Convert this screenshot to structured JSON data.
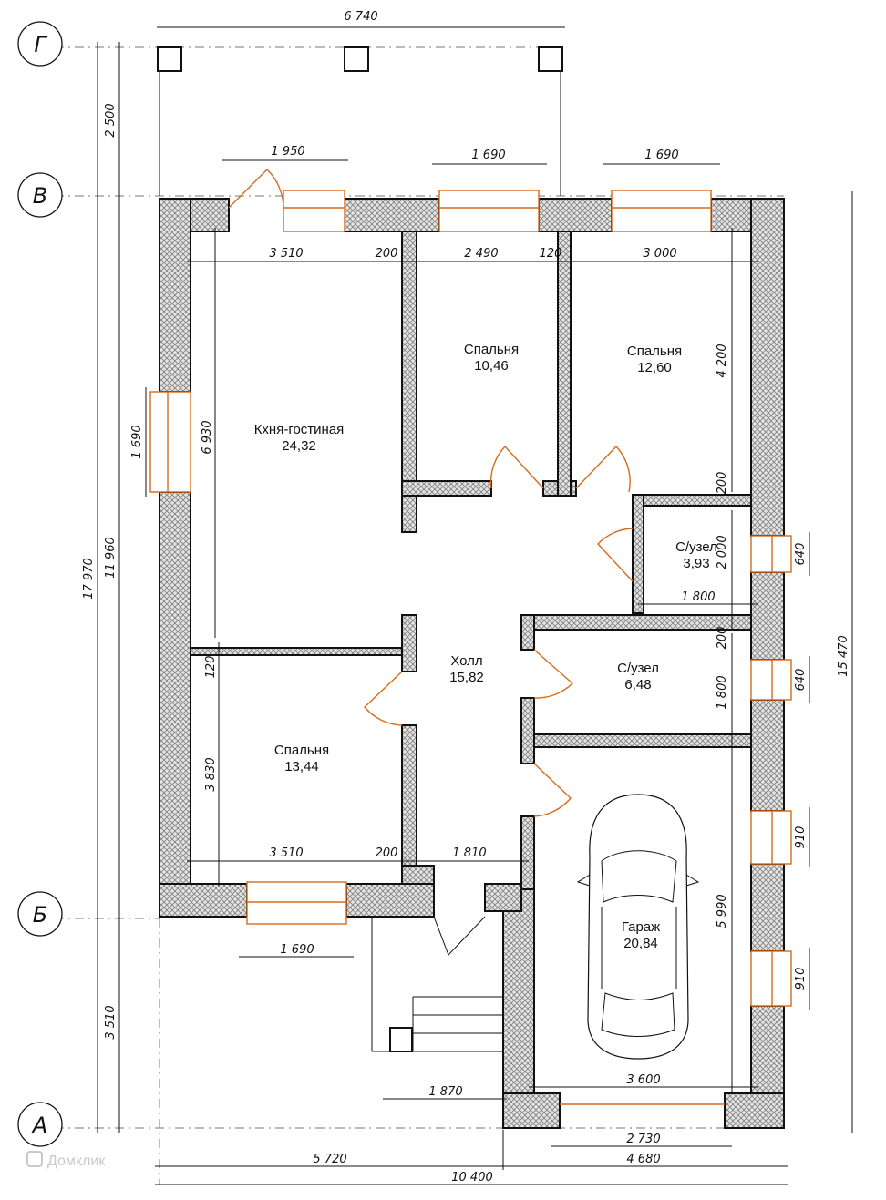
{
  "axes": {
    "g": "Г",
    "v": "В",
    "b": "Б",
    "a": "А"
  },
  "rooms": {
    "kitchen": {
      "name": "Кхня-гостиная",
      "area": "24,32"
    },
    "bed1": {
      "name": "Спальня",
      "area": "10,46"
    },
    "bed2": {
      "name": "Спальня",
      "area": "12,60"
    },
    "bath1": {
      "name": "С/узел",
      "area": "3,93"
    },
    "hall": {
      "name": "Холл",
      "area": "15,82"
    },
    "bath2": {
      "name": "С/узел",
      "area": "6,48"
    },
    "bed3": {
      "name": "Спальня",
      "area": "13,44"
    },
    "garage": {
      "name": "Гараж",
      "area": "20,84"
    }
  },
  "dims": {
    "top_overall": "6 740",
    "win1": "1 950",
    "win2": "1 690",
    "win3": "1 690",
    "k_width": "3 510",
    "wall_a": "200",
    "b1_width": "2 490",
    "wall_b": "120",
    "b2_width": "3 000",
    "b2_height": "4 200",
    "k_height": "6 930",
    "side_win": "1 690",
    "left_porch": "2 500",
    "left_main": "11 960",
    "left_total": "17 970",
    "left_bottom": "3 510",
    "right_total": "15 470",
    "bath1_h": "2 000",
    "bath1_w": "1 800",
    "wall_c": "200",
    "wall_d": "200",
    "win_r1": "640",
    "win_r2": "640",
    "win_r3": "910",
    "win_r4": "910",
    "bath2_h": "1 800",
    "wall_e": "120",
    "bed3_h": "3 830",
    "bed3_w": "3 510",
    "wall_f": "200",
    "hall_w": "1 810",
    "bottom_win": "1 690",
    "garage_h": "5 990",
    "porch_w": "1 870",
    "garage_w": "3 600",
    "gate_w": "2 730",
    "bottom_left": "5 720",
    "bottom_right": "4 680",
    "bottom_total": "10 400"
  },
  "watermark": "Домклик",
  "colors": {
    "wall_hatch": "#9a9a9a",
    "window": "#d86a1a",
    "line": "#111111"
  }
}
